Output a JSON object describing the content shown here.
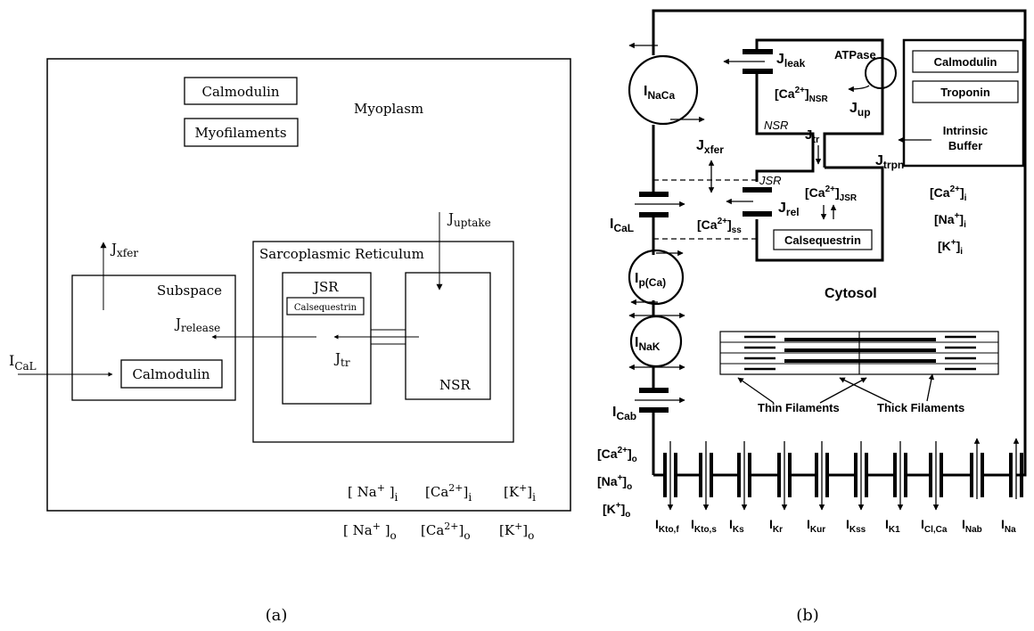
{
  "panel_a": {
    "myoplasm": "Myoplasm",
    "calmodulin_top": "Calmodulin",
    "myofilaments": "Myofilaments",
    "j_uptake": "J",
    "j_uptake_sub": "uptake",
    "j_xfer": "J",
    "j_xfer_sub": "xfer",
    "sr_title": "Sarcoplasmic Reticulum",
    "subspace": "Subspace",
    "jsr": "JSR",
    "calsequestrin": "Calsequestrin",
    "nsr": "NSR",
    "j_release": "J",
    "j_release_sub": "release",
    "j_tr": "J",
    "j_tr_sub": "tr",
    "i_cal": "I",
    "i_cal_sub": "CaL",
    "calmodulin_sub": "Calmodulin",
    "conc_i": [
      {
        "pre": "[ Na",
        "sup": "+",
        "post": " ]",
        "sub": "i"
      },
      {
        "pre": "[Ca",
        "sup": "2+",
        "post": "]",
        "sub": "i"
      },
      {
        "pre": "[K",
        "sup": "+",
        "post": "]",
        "sub": "i"
      }
    ],
    "conc_o": [
      {
        "pre": "[ Na",
        "sup": "+",
        "post": " ]",
        "sub": "o"
      },
      {
        "pre": "[Ca",
        "sup": "2+",
        "post": "]",
        "sub": "o"
      },
      {
        "pre": "[K",
        "sup": "+",
        "post": "]",
        "sub": "o"
      }
    ],
    "caption": "(a)"
  },
  "panel_b": {
    "i_naca": "I",
    "i_naca_sub": "NaCa",
    "j_leak": "J",
    "j_leak_sub": "leak",
    "atpase": "ATPase",
    "ca_nsr": "[Ca",
    "ca_nsr_sup": "2+",
    "ca_nsr_post": "]",
    "ca_nsr_sub": "NSR",
    "j_up": "J",
    "j_up_sub": "up",
    "nsr": "NSR",
    "j_tr": "J",
    "j_tr_sub": "tr",
    "calmodulin": "Calmodulin",
    "troponin": "Troponin",
    "intrinsic_buffer_1": "Intrinsic",
    "intrinsic_buffer_2": "Buffer",
    "j_trpn": "J",
    "j_trpn_sub": "trpn",
    "j_xfer": "J",
    "j_xfer_sub": "xfer",
    "jsr": "JSR",
    "ca_jsr": "[Ca",
    "ca_jsr_sup": "2+",
    "ca_jsr_post": "]",
    "ca_jsr_sub": "JSR",
    "j_rel": "J",
    "j_rel_sub": "rel",
    "ca_ss": "[Ca",
    "ca_ss_sup": "2+",
    "ca_ss_post": "]",
    "ca_ss_sub": "ss",
    "calsequestrin": "Calsequestrin",
    "i_cal": "I",
    "i_cal_sub": "CaL",
    "conc_i": [
      {
        "pre": "[Ca",
        "sup": "2+",
        "post": "]",
        "sub": "i"
      },
      {
        "pre": "[Na",
        "sup": "+",
        "post": "]",
        "sub": "i"
      },
      {
        "pre": "[K",
        "sup": "+",
        "post": "]",
        "sub": "i"
      }
    ],
    "i_pca": "I",
    "i_pca_sub": "p(Ca)",
    "cytosol": "Cytosol",
    "i_nak": "I",
    "i_nak_sub": "NaK",
    "i_cab": "I",
    "i_cab_sub": "Cab",
    "thin_filaments": "Thin Filaments",
    "thick_filaments": "Thick Filaments",
    "conc_o": [
      {
        "pre": "[Ca",
        "sup": "2+",
        "post": "]",
        "sub": "o"
      },
      {
        "pre": "[Na",
        "sup": "+",
        "post": "]",
        "sub": "o"
      },
      {
        "pre": "[K",
        "sup": "+",
        "post": "]",
        "sub": "o"
      }
    ],
    "currents": [
      {
        "main": "I",
        "sub": "Kto,f"
      },
      {
        "main": "I",
        "sub": "Kto,s"
      },
      {
        "main": "I",
        "sub": "Ks"
      },
      {
        "main": "I",
        "sub": "Kr"
      },
      {
        "main": "I",
        "sub": "Kur"
      },
      {
        "main": "I",
        "sub": "Kss"
      },
      {
        "main": "I",
        "sub": "K1"
      },
      {
        "main": "I",
        "sub": "Cl,Ca"
      },
      {
        "main": "I",
        "sub": "Nab"
      },
      {
        "main": "I",
        "sub": "Na"
      }
    ],
    "caption": "(b)"
  }
}
